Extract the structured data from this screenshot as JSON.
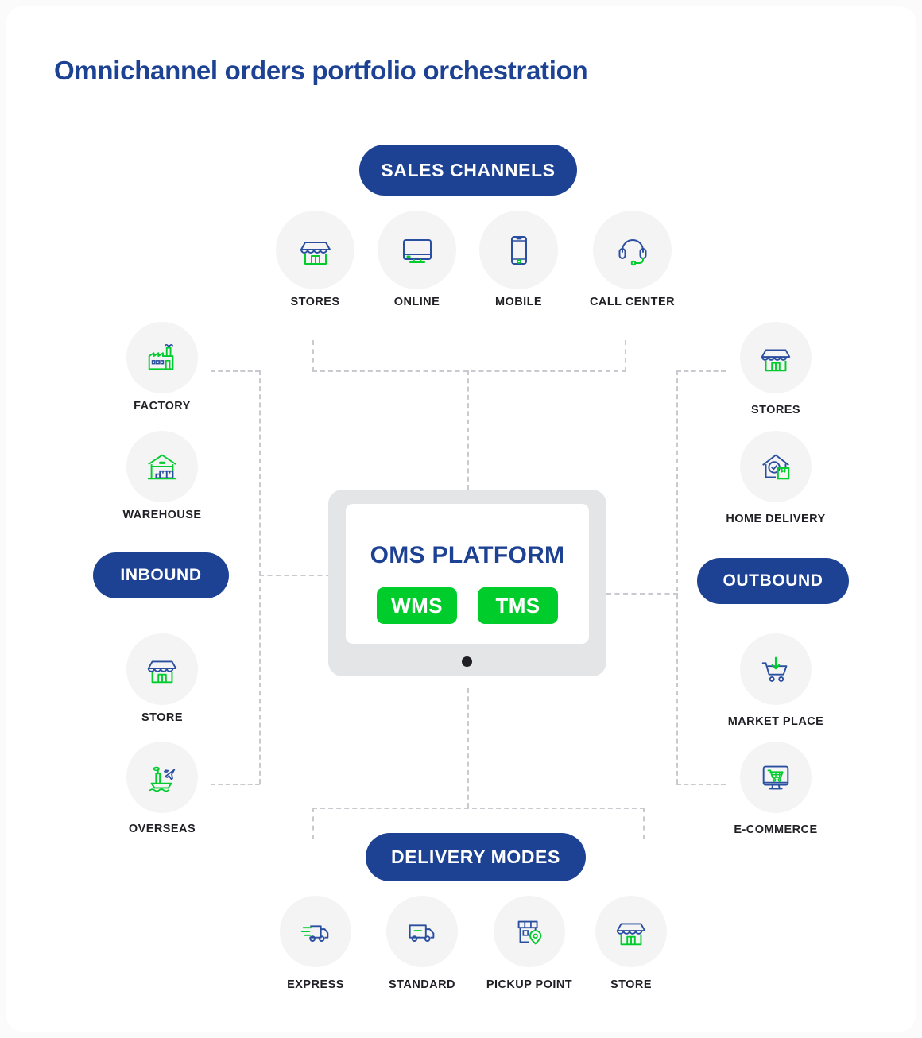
{
  "page": {
    "title": "Omnichannel orders portfolio orchestration",
    "accent_blue": "#1e4293",
    "accent_green": "#00cc2b",
    "circle_bg": "#f4f4f5",
    "connector_color": "#c9c9cf",
    "card_bg": "#ffffff"
  },
  "badges": {
    "sales_channels": "SALES CHANNELS",
    "inbound": "INBOUND",
    "outbound": "OUTBOUND",
    "delivery_modes": "DELIVERY MODES"
  },
  "center": {
    "platform_title": "OMS PLATFORM",
    "buttons": [
      {
        "label": "WMS"
      },
      {
        "label": "TMS"
      }
    ]
  },
  "sales_channels": {
    "label": "SALES CHANNELS",
    "items": [
      {
        "label": "STORES",
        "icon": "storefront-icon"
      },
      {
        "label": "ONLINE",
        "icon": "desktop-monitor-icon"
      },
      {
        "label": "MOBILE",
        "icon": "mobile-phone-icon"
      },
      {
        "label": "CALL CENTER",
        "icon": "headset-icon"
      }
    ]
  },
  "inbound": {
    "label": "INBOUND",
    "items_top": [
      {
        "label": "FACTORY",
        "icon": "factory-icon"
      },
      {
        "label": "WAREHOUSE",
        "icon": "warehouse-icon"
      }
    ],
    "items_bottom": [
      {
        "label": "STORE",
        "icon": "storefront-icon"
      },
      {
        "label": "OVERSEAS",
        "icon": "ship-plane-icon"
      }
    ]
  },
  "outbound": {
    "label": "OUTBOUND",
    "items_top": [
      {
        "label": "STORES",
        "icon": "storefront-icon"
      },
      {
        "label": "HOME DELIVERY",
        "icon": "house-package-icon"
      }
    ],
    "items_bottom": [
      {
        "label": "MARKET PLACE",
        "icon": "cart-download-icon"
      },
      {
        "label": "E-COMMERCE",
        "icon": "monitor-cart-icon"
      }
    ]
  },
  "delivery_modes": {
    "label": "DELIVERY MODES",
    "items": [
      {
        "label": "EXPRESS",
        "icon": "express-truck-icon"
      },
      {
        "label": "STANDARD",
        "icon": "delivery-truck-icon"
      },
      {
        "label": "PICKUP POINT",
        "icon": "shop-pin-icon"
      },
      {
        "label": "STORE",
        "icon": "storefront-icon"
      }
    ]
  }
}
